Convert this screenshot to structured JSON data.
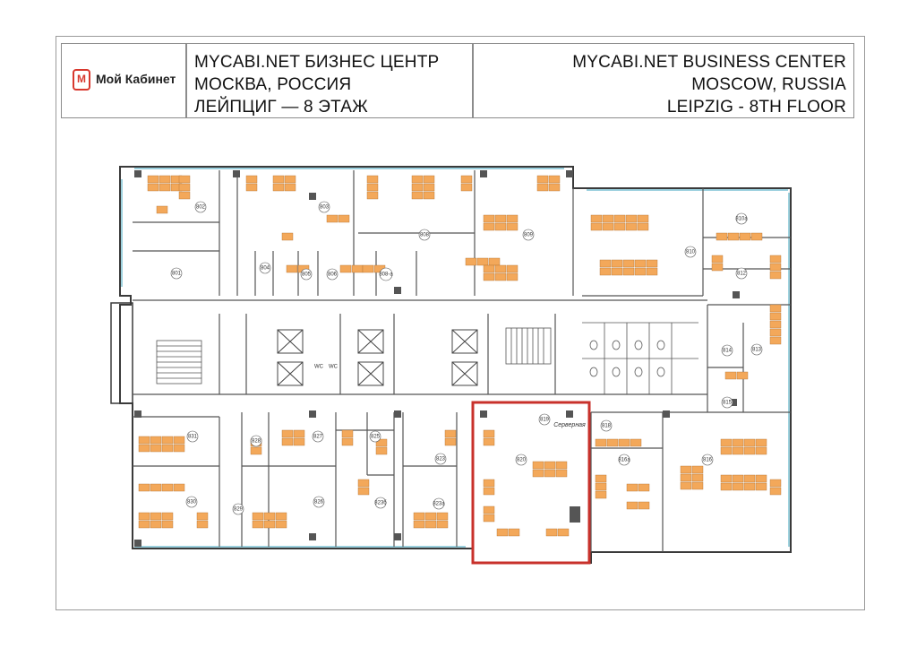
{
  "header": {
    "logo_text": "Мой Кабинет",
    "logo_glyph": "М",
    "logo_color": "#d8382e",
    "ru_lines": [
      "MYCABI.NET БИЗНЕС ЦЕНТР",
      "МОСКВА, РОССИЯ",
      "ЛЕЙПЦИГ — 8 ЭТАЖ"
    ],
    "en_lines": [
      "MYCABI.NET BUSINESS CENTER",
      "MOSCOW, RUSSIA",
      "LEIPZIG - 8TH FLOOR"
    ]
  },
  "plan": {
    "desk_color": "#f3a85a",
    "highlight_color": "#c8312b",
    "rooms": {
      "r801": "801",
      "r802": "802",
      "r803": "803",
      "r804": "804",
      "r805": "805",
      "r806": "806",
      "r808": "808",
      "r808a": "808-a",
      "r809": "809",
      "r810": "810",
      "r810a": "810a",
      "r812": "812",
      "r813": "813",
      "r814": "814",
      "r815": "815",
      "r816": "816",
      "r816a": "816a",
      "r818": "818",
      "r819": "819",
      "r820": "820",
      "r823": "823",
      "r823a": "823a",
      "r823b": "823б",
      "r825": "825",
      "r826": "826",
      "r827": "827",
      "r828": "828",
      "r829": "829",
      "r830": "830",
      "r831": "831"
    },
    "server_label": "Серверная",
    "wc_label": "WC"
  }
}
